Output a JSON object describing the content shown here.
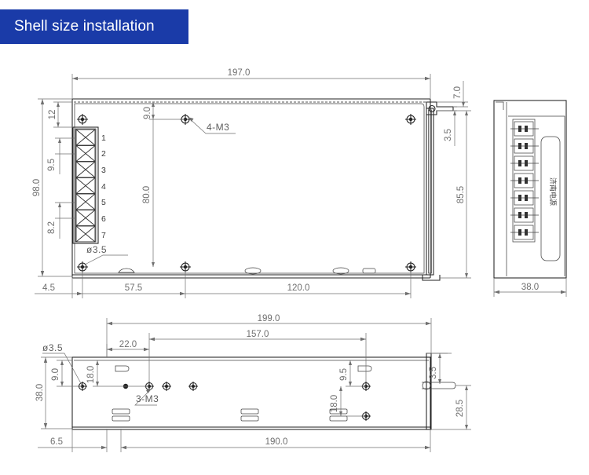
{
  "banner": {
    "title": "Shell size installation",
    "bg_color": "#1a3ba8",
    "text_color": "#ffffff"
  },
  "drawing": {
    "type": "mechanical-dimension-drawing",
    "units": "mm",
    "views": [
      {
        "name": "front-view",
        "id": "front"
      },
      {
        "name": "side-view",
        "id": "side"
      },
      {
        "name": "bottom-view",
        "id": "bottom"
      }
    ]
  },
  "front_view": {
    "dimensions": {
      "overall_width": "197.0",
      "overall_height": "98.0",
      "top_offset": "12",
      "terminal_pitch_upper": "9.5",
      "terminal_pitch_lower": "8.2",
      "hole_inset_top": "9.0",
      "hole_vertical_span": "80.0",
      "left_margin": "4.5",
      "hole_pitch_1": "57.5",
      "hole_pitch_2": "120.0",
      "flange_width": "7.0",
      "flange_thickness": "3.5",
      "flange_height": "85.5"
    },
    "callouts": {
      "screw_holes": "4-M3",
      "hole_diameter": "ø3.5"
    },
    "terminals": [
      "1",
      "2",
      "3",
      "4",
      "5",
      "6",
      "7"
    ]
  },
  "side_view": {
    "dimensions": {
      "depth": "38.0"
    },
    "label_plate_text": "济南电源"
  },
  "bottom_view": {
    "dimensions": {
      "overall_length": "199.0",
      "inner_length": "157.0",
      "bottom_length": "190.0",
      "width": "38.0",
      "left_offset": "22.0",
      "hole_inset_left": "9.0",
      "hole_inset_vert": "18.0",
      "hole_inset_right": "9.5",
      "hole_inset_vert_right": "18.0",
      "edge_offset": "6.5",
      "flange_thickness": "3.5",
      "flange_height": "28.5"
    },
    "callouts": {
      "screw_holes": "3-M3",
      "hole_diameter": "ø3.5"
    }
  }
}
